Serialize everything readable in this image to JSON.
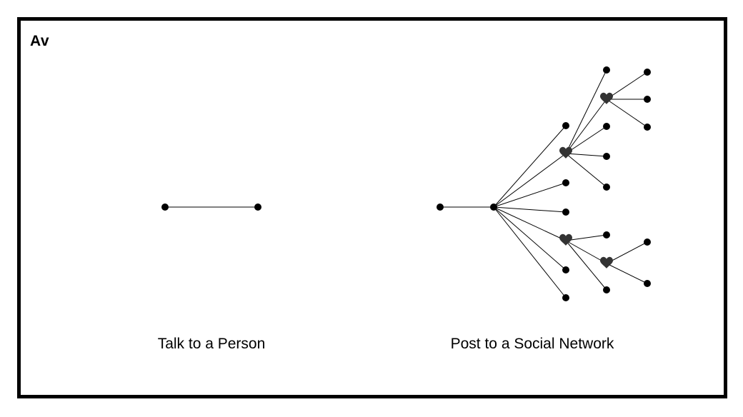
{
  "logo": "Av",
  "panels": [
    {
      "caption": "Talk to a Person"
    },
    {
      "caption": "Post to a Social Network"
    }
  ],
  "colors": {
    "line": "#000000",
    "node": "#000000",
    "heart": "#333333",
    "border": "#000000"
  },
  "icons": {
    "heart": "heart-icon",
    "node": "dot"
  }
}
